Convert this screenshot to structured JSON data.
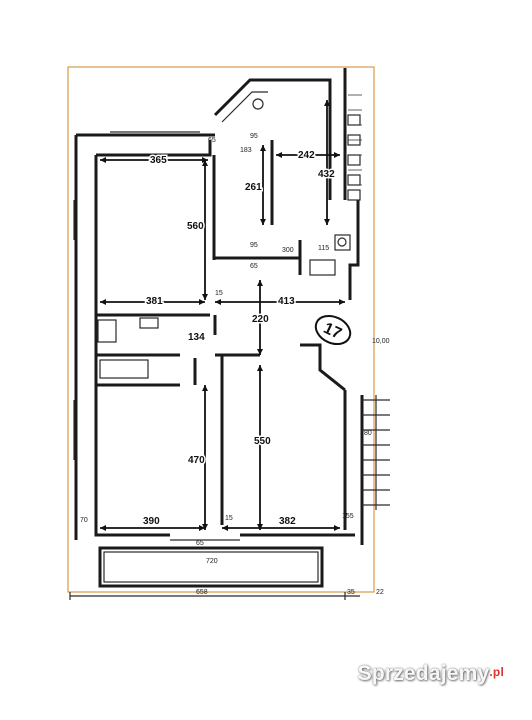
{
  "colors": {
    "frame": "#d99a4a",
    "walls": "#1a1a1a",
    "dimension": "#111111",
    "watermark_dot": "#e0312c"
  },
  "unit_number": "17",
  "dimensions": {
    "room_top_left_width": "365",
    "room_top_left_height": "560",
    "kitchen_height": "261",
    "bath_top_width": "242",
    "bath_top_height": "432",
    "hall_left": "381",
    "hall_right": "413",
    "hall_height": "220",
    "wc_width": "134",
    "room_bottom_left_height": "470",
    "room_bottom_right_height": "550",
    "room_bottom_left_width": "390",
    "room_bottom_right_width": "382",
    "balcony_width": "720",
    "overall_width": "658",
    "overall_right": "22"
  },
  "small_marks": {
    "m65a": "65",
    "m95": "95",
    "m183": "183",
    "m300": "300",
    "m95b": "95",
    "m115": "115",
    "m65b": "65",
    "m15a": "15",
    "m70": "70",
    "m15b": "15",
    "m155": "155",
    "m65c": "65",
    "m35": "35",
    "m10": "10,00",
    "m80": "80"
  },
  "watermark": {
    "text": "Sprzedajemy",
    "suffix": ".pl"
  }
}
